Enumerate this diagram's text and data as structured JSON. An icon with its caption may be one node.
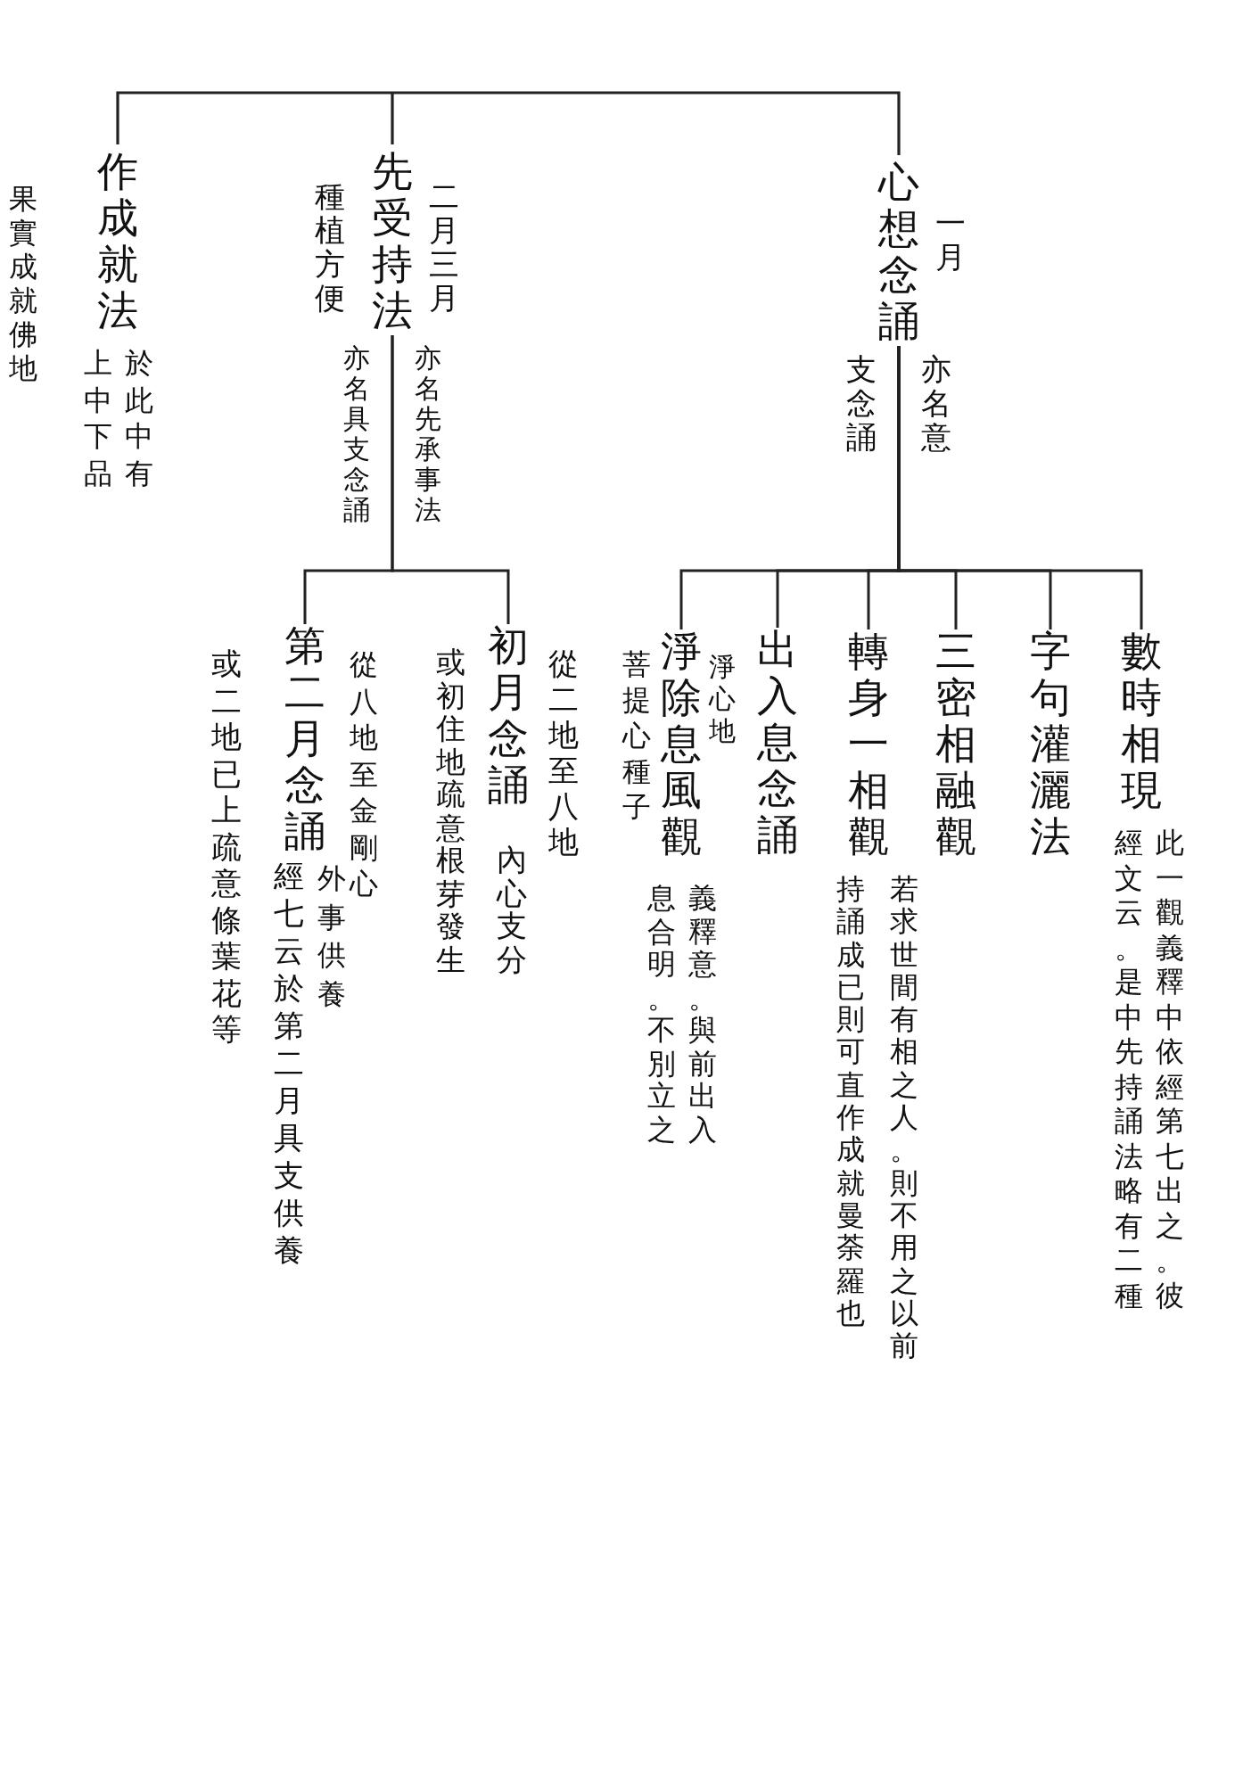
{
  "diagram": {
    "nodes": [
      {
        "text": [
          "心想念誦"
        ],
        "beside": [
          "一月",
          "亦名意支念誦"
        ]
      },
      {
        "text": [
          "先受持法"
        ],
        "beside": [
          "二月三月",
          "種植方便",
          "亦名先承事法",
          "亦名具支念誦"
        ]
      },
      {
        "text": [
          "作成就法"
        ],
        "beside": [
          "於此中有",
          "上中下品",
          "果實成就佛地"
        ]
      },
      {
        "text": [
          "數時相現"
        ],
        "beside": [
          "此一觀義釋中依經第七出之。彼",
          "經文云。是中先持誦法略有二種"
        ]
      },
      {
        "text": [
          "字句灌灑法"
        ]
      },
      {
        "text": [
          "三密相融觀"
        ]
      },
      {
        "text": [
          "轉身一相觀"
        ],
        "beside": [
          "若求世間有相之人。則不用之以前",
          "持誦成已則可直作成就曼荼羅也"
        ]
      },
      {
        "text": [
          "出入息念誦"
        ]
      },
      {
        "text": [
          "淨除息風觀"
        ],
        "beside": [
          "淨心地",
          "菩提心種子",
          "義釋意。與前出入",
          "息合明。不別立之"
        ]
      },
      {
        "text": [
          "初月念誦"
        ],
        "beside": [
          "內心支分",
          "從二地至八地",
          "或初住地疏意根芽發生"
        ]
      },
      {
        "text": [
          "第二月念誦"
        ],
        "beside": [
          "外事供養",
          "經七云於第二月具支供養",
          "從八地至金剛心",
          "或二地已上疏意條葉花等"
        ]
      }
    ],
    "edges": [
      {
        "from": 0,
        "to": 3,
        "arrow": "none"
      },
      {
        "from": 0,
        "to": 4,
        "arrow": "none"
      },
      {
        "from": 0,
        "to": 5,
        "arrow": "none"
      },
      {
        "from": 0,
        "to": 6,
        "arrow": "none"
      },
      {
        "from": 0,
        "to": 7,
        "arrow": "none"
      },
      {
        "from": 0,
        "to": 8,
        "arrow": "none"
      },
      {
        "from": 1,
        "to": 9,
        "arrow": "none"
      },
      {
        "from": 1,
        "to": 10,
        "arrow": "none"
      }
    ]
  }
}
